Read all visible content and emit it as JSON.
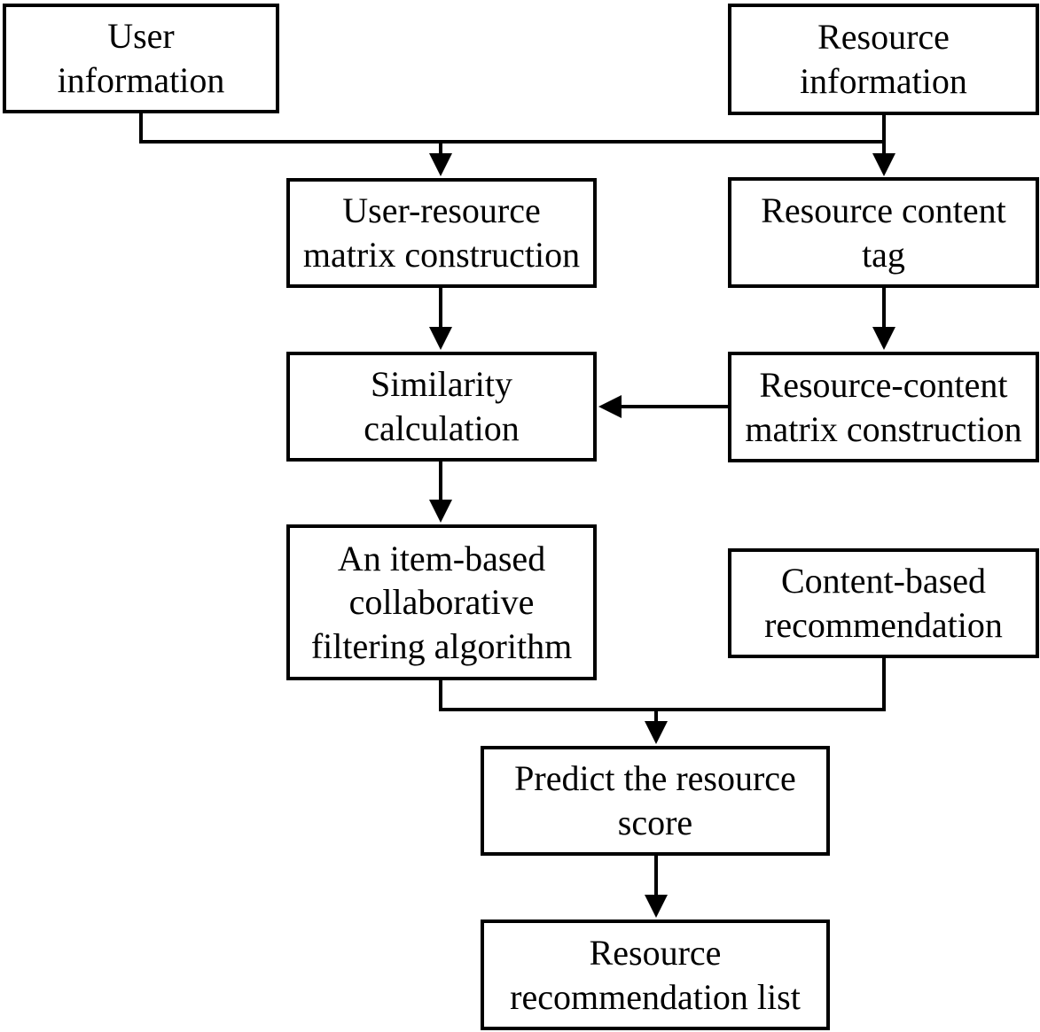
{
  "colors": {
    "stroke": "#000000",
    "text": "#000000",
    "background": "#ffffff"
  },
  "nodes": [
    {
      "id": "user-information",
      "label": "User\ninformation"
    },
    {
      "id": "resource-information",
      "label": "Resource\ninformation"
    },
    {
      "id": "user-resource-matrix-construction",
      "label": "User-resource\nmatrix construction"
    },
    {
      "id": "resource-content-tag",
      "label": "Resource content\ntag"
    },
    {
      "id": "similarity-calculation",
      "label": "Similarity\ncalculation"
    },
    {
      "id": "resource-content-matrix-construction",
      "label": "Resource-content\nmatrix construction"
    },
    {
      "id": "item-based-collaborative-filtering-algorithm",
      "label": "An item-based\ncollaborative\nfiltering algorithm"
    },
    {
      "id": "content-based-recommendation",
      "label": "Content-based\nrecommendation"
    },
    {
      "id": "predict-the-resource-score",
      "label": "Predict the resource\nscore"
    },
    {
      "id": "resource-recommendation-list",
      "label": "Resource\nrecommendation list"
    }
  ],
  "edges": [
    {
      "from": "user-information",
      "to": "user-resource-matrix-construction"
    },
    {
      "from": "resource-information",
      "to": "user-resource-matrix-construction"
    },
    {
      "from": "resource-information",
      "to": "resource-content-tag"
    },
    {
      "from": "user-resource-matrix-construction",
      "to": "similarity-calculation"
    },
    {
      "from": "resource-content-tag",
      "to": "resource-content-matrix-construction"
    },
    {
      "from": "resource-content-matrix-construction",
      "to": "similarity-calculation"
    },
    {
      "from": "similarity-calculation",
      "to": "item-based-collaborative-filtering-algorithm"
    },
    {
      "from": "item-based-collaborative-filtering-algorithm",
      "to": "predict-the-resource-score"
    },
    {
      "from": "content-based-recommendation",
      "to": "predict-the-resource-score"
    },
    {
      "from": "predict-the-resource-score",
      "to": "resource-recommendation-list"
    }
  ]
}
